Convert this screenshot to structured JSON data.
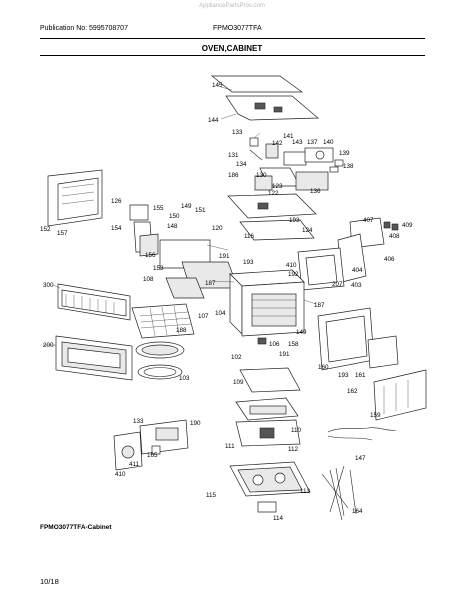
{
  "watermark": "AppliancePartsPros.com",
  "header": {
    "publication": "Publication No: 5995708707",
    "model": "FPMO3077TFA",
    "section_title": "OVEN,CABINET"
  },
  "footer": {
    "caption": "FPMO3077TFA-Cabinet",
    "page": "10/18"
  },
  "callouts": {
    "c145": "145",
    "c144": "144",
    "c133a": "133",
    "c141": "141",
    "c142": "142",
    "c143": "143",
    "c137": "137",
    "c140": "140",
    "c131": "131",
    "c139": "139",
    "c134": "134",
    "c138": "138",
    "c186": "186",
    "c130": "130",
    "c123": "123",
    "c122": "122",
    "c136": "136",
    "c126": "126",
    "c155": "155",
    "c149a": "149",
    "c151": "151",
    "c150": "150",
    "c148": "148",
    "c120": "120",
    "c193a": "193",
    "c124": "124",
    "c407": "407",
    "c409": "409",
    "c408": "408",
    "c152": "152",
    "c157": "157",
    "c154": "154",
    "c116": "116",
    "c156": "156",
    "c191a": "191",
    "c193b": "193",
    "c410a": "410",
    "c192": "192",
    "c404": "404",
    "c406": "406",
    "c153": "153",
    "c403": "403",
    "c108": "108",
    "c187a": "187",
    "c207": "207",
    "c300": "300",
    "c187b": "187",
    "c107": "107",
    "c104": "104",
    "c149b": "149",
    "c188": "188",
    "c106": "106",
    "c158": "158",
    "c200": "200",
    "c191b": "191",
    "c102": "102",
    "c103": "103",
    "c160": "160",
    "c193c": "193",
    "c161": "161",
    "c109": "109",
    "c162": "162",
    "c159": "159",
    "c133b": "133",
    "c190": "190",
    "c110": "110",
    "c111": "111",
    "c112": "112",
    "c147": "147",
    "c165": "165",
    "c410b": "410",
    "c411": "411",
    "c113": "113",
    "c115": "115",
    "c164": "164",
    "c114": "114"
  }
}
